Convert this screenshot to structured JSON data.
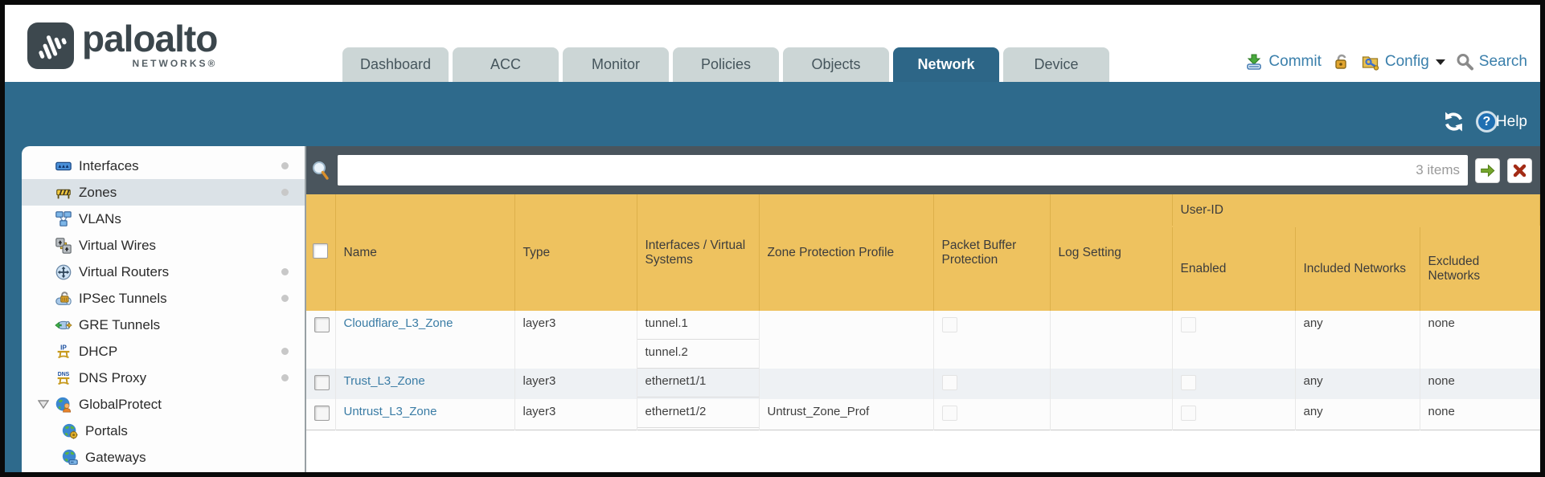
{
  "brand": {
    "name": "paloalto",
    "subtitle": "NETWORKS®"
  },
  "tabs": [
    {
      "label": "Dashboard"
    },
    {
      "label": "ACC"
    },
    {
      "label": "Monitor"
    },
    {
      "label": "Policies"
    },
    {
      "label": "Objects"
    },
    {
      "label": "Network"
    },
    {
      "label": "Device"
    }
  ],
  "active_tab": "Network",
  "utility": {
    "commit": "Commit",
    "config": "Config",
    "search": "Search"
  },
  "band": {
    "help": "Help"
  },
  "filter": {
    "value": "",
    "count": "3 items"
  },
  "sidebar": {
    "items": [
      {
        "label": "Interfaces"
      },
      {
        "label": "Zones"
      },
      {
        "label": "VLANs"
      },
      {
        "label": "Virtual Wires"
      },
      {
        "label": "Virtual Routers"
      },
      {
        "label": "IPSec Tunnels"
      },
      {
        "label": "GRE Tunnels"
      },
      {
        "label": "DHCP"
      },
      {
        "label": "DNS Proxy"
      },
      {
        "label": "GlobalProtect"
      },
      {
        "label": "Portals"
      },
      {
        "label": "Gateways"
      }
    ],
    "selected": "Zones"
  },
  "table": {
    "headers": [
      "Name",
      "Type",
      "Interfaces / Virtual Systems",
      "Zone Protection Profile",
      "Packet Buffer Protection",
      "Log Setting",
      "Enabled",
      "Included Networks",
      "Excluded Networks"
    ],
    "user_id_group": "User-ID",
    "rows": [
      {
        "name": "Cloudflare_L3_Zone",
        "type": "layer3",
        "interfaces": [
          "tunnel.1",
          "tunnel.2"
        ],
        "zone_protection_profile": "",
        "packet_buffer_protection": false,
        "log_setting": "",
        "user_id_enabled": false,
        "included_networks": "any",
        "excluded_networks": "none"
      },
      {
        "name": "Trust_L3_Zone",
        "type": "layer3",
        "interfaces": [
          "ethernet1/1"
        ],
        "zone_protection_profile": "",
        "packet_buffer_protection": false,
        "log_setting": "",
        "user_id_enabled": false,
        "included_networks": "any",
        "excluded_networks": "none"
      },
      {
        "name": "Untrust_L3_Zone",
        "type": "layer3",
        "interfaces": [
          "ethernet1/2"
        ],
        "zone_protection_profile": "Untrust_Zone_Prof",
        "packet_buffer_protection": false,
        "log_setting": "",
        "user_id_enabled": false,
        "included_networks": "any",
        "excluded_networks": "none"
      }
    ]
  }
}
